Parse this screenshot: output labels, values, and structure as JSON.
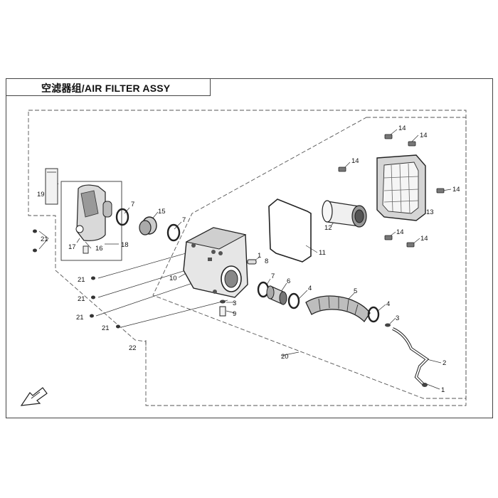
{
  "title": "空滤器组/AIR FILTER ASSY",
  "callouts": [
    "1",
    "2",
    "3",
    "4",
    "5",
    "6",
    "7",
    "8",
    "9",
    "10",
    "11",
    "12",
    "13",
    "14",
    "15",
    "16",
    "17",
    "18",
    "19",
    "20",
    "21",
    "22"
  ],
  "colors": {
    "line": "#333333",
    "part_fill": "#e6e6e6",
    "part_dark": "#555555"
  },
  "icons": [
    "front-direction-arrow-icon"
  ]
}
